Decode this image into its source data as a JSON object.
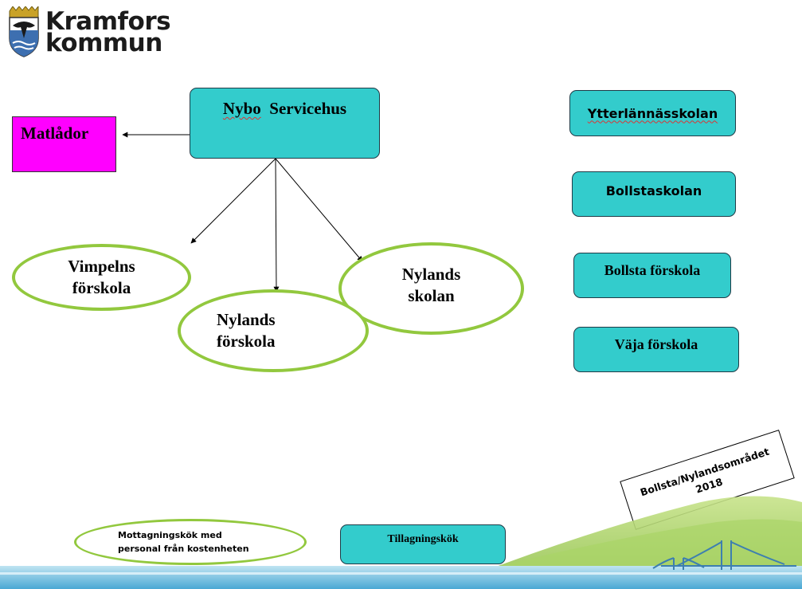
{
  "header": {
    "logo_line1": "Kramfors",
    "logo_line2": "kommun"
  },
  "diagram": {
    "hub": {
      "label": "Nybo  Servicehus",
      "color": "#33cccc"
    },
    "matladar": {
      "label": "Matlådor",
      "color": "#ff00ff"
    },
    "receiving_kitchens": [
      {
        "line1": "Vimpelns",
        "line2": "förskola"
      },
      {
        "line1": "Nylands",
        "line2": "förskola"
      },
      {
        "line1": "Nylands",
        "line2": "skolan"
      }
    ],
    "cooking_kitchens": [
      {
        "label": "Ytterlännässkolan"
      },
      {
        "label": "Bollstaskolan"
      },
      {
        "label": "Bollsta förskola"
      },
      {
        "label": "Väja förskola"
      }
    ],
    "area_label": {
      "line1": "Bollsta/Nylandsområdet",
      "line2": "2018"
    }
  },
  "legend": {
    "receiving": {
      "line1": "Mottagningskök med",
      "line2": "personal från kostenheten"
    },
    "cooking": {
      "label": "Tillagningskök"
    }
  },
  "colors": {
    "cooking_fill": "#33cccc",
    "receiving_border": "#92c83e",
    "matladar_fill": "#ff00ff"
  }
}
